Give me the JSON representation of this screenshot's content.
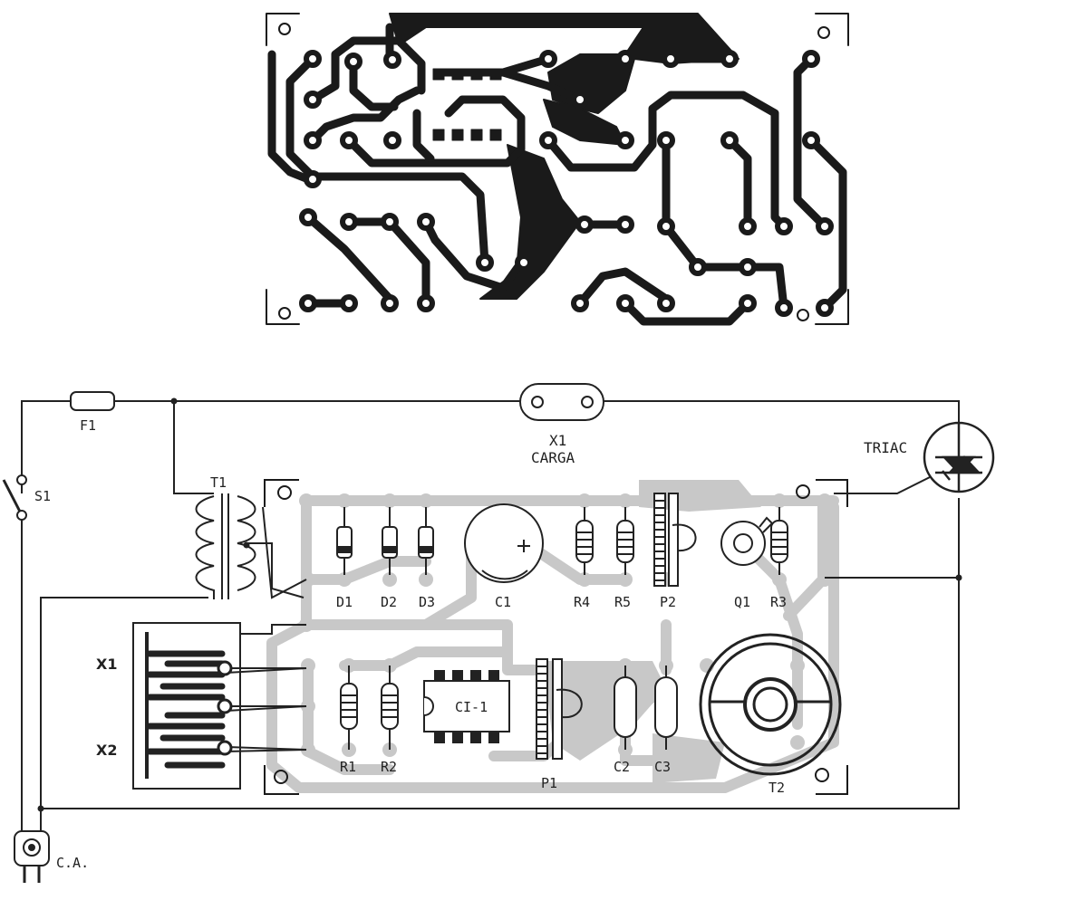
{
  "colors": {
    "ink": "#1a1a1a",
    "trace": "#c8c8c8",
    "wire": "#222222"
  },
  "labels": {
    "F1_fuse": "F1",
    "S1": "S1",
    "T1": "T1",
    "X1_load": "X1",
    "carga": "CARGA",
    "triac": "TRIAC",
    "D1": "D1",
    "D2": "D2",
    "D3": "D3",
    "C1": "C1",
    "R4": "R4",
    "R5": "R5",
    "P2": "P2",
    "Q1": "Q1",
    "R3": "R3",
    "X1_sensor": "X1",
    "X2_sensor": "X2",
    "R1": "R1",
    "R2": "R2",
    "CI1": "CI-1",
    "P1": "P1",
    "C2": "C2",
    "C3": "C3",
    "T2": "T2",
    "CA": "C.A."
  }
}
